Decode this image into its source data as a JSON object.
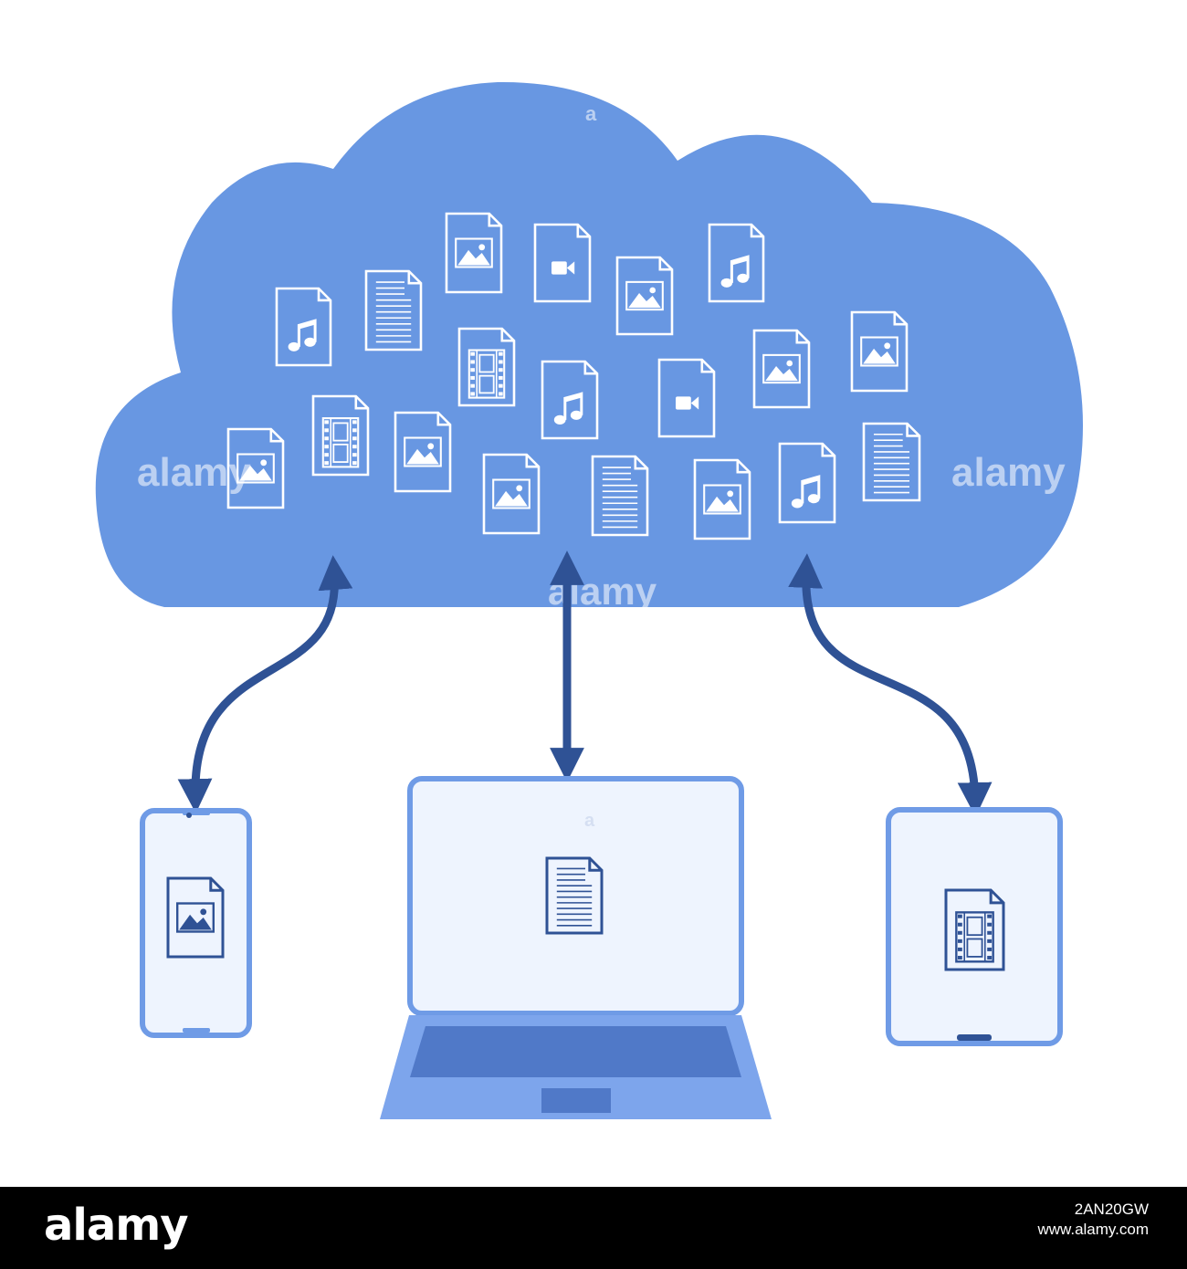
{
  "colors": {
    "cloud": "#6897E2",
    "file_icon_on_cloud": "#FFFFFF",
    "arrow": "#2F5295",
    "device_outline": "#6F9BE6",
    "device_screen": "#EEF4FE",
    "file_icon_on_device": "#2F5295",
    "laptop_base": "#7DA5EC",
    "laptop_keyboard": "#5079C8",
    "footer_bg": "#000000"
  },
  "cloud_files": [
    {
      "icon": "image-file-icon"
    },
    {
      "icon": "video-file-icon"
    },
    {
      "icon": "audio-file-icon"
    },
    {
      "icon": "image-file-icon"
    },
    {
      "icon": "audio-file-icon"
    },
    {
      "icon": "text-file-icon"
    },
    {
      "icon": "film-file-icon"
    },
    {
      "icon": "audio-file-icon"
    },
    {
      "icon": "video-file-icon"
    },
    {
      "icon": "image-file-icon"
    },
    {
      "icon": "image-file-icon"
    },
    {
      "icon": "film-file-icon"
    },
    {
      "icon": "image-file-icon"
    },
    {
      "icon": "image-file-icon"
    },
    {
      "icon": "image-file-icon"
    },
    {
      "icon": "text-file-icon"
    },
    {
      "icon": "image-file-icon"
    },
    {
      "icon": "audio-file-icon"
    },
    {
      "icon": "text-file-icon"
    }
  ],
  "devices": [
    {
      "name": "smartphone",
      "file_icon": "image-file-icon"
    },
    {
      "name": "laptop",
      "file_icon": "text-file-icon"
    },
    {
      "name": "tablet",
      "file_icon": "film-file-icon"
    }
  ],
  "watermark": {
    "text": "alamy",
    "small": "a"
  },
  "footer": {
    "logo": "alamy",
    "image_id": "2AN20GW",
    "site": "www.alamy.com"
  }
}
